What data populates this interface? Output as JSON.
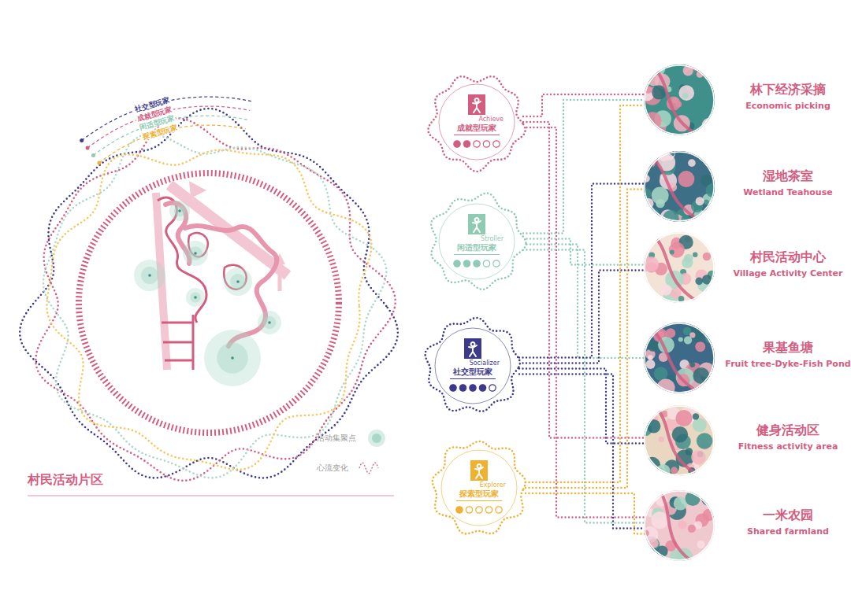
{
  "diagram": {
    "title": "村民活动片区",
    "nodes": [
      {
        "text": [
          "Achieve",
          "成就型玩家"
        ]
      },
      {
        "text": [
          "Stroller",
          "闲适型玩家"
        ]
      },
      {
        "text": [
          "Socializer",
          "社交型玩家"
        ]
      },
      {
        "text": [
          "Explorer",
          "探索型玩家"
        ]
      },
      {
        "text": [
          "林下经济采摘",
          "Economic picking"
        ]
      },
      {
        "text": [
          "湿地茶室",
          "Wetland Teahouse"
        ]
      },
      {
        "text": [
          "村民活动中心",
          "Village Activity Center"
        ]
      },
      {
        "text": [
          "果基鱼塘",
          "Fruit tree-Dyke-Fish Pond"
        ]
      },
      {
        "text": [
          "健身活动区",
          "Fitness activity area"
        ]
      },
      {
        "text": [
          "一米农园",
          "Shared farmland"
        ]
      }
    ],
    "edges": [
      {
        "from": 0,
        "to": 4,
        "arrow": "none"
      },
      {
        "from": 0,
        "to": 8,
        "arrow": "none"
      },
      {
        "from": 0,
        "to": 9,
        "arrow": "none"
      },
      {
        "from": 1,
        "to": 4,
        "arrow": "none"
      },
      {
        "from": 1,
        "to": 6,
        "arrow": "none"
      },
      {
        "from": 1,
        "to": 7,
        "arrow": "none"
      },
      {
        "from": 1,
        "to": 9,
        "arrow": "none"
      },
      {
        "from": 2,
        "to": 5,
        "arrow": "none"
      },
      {
        "from": 2,
        "to": 6,
        "arrow": "none"
      },
      {
        "from": 2,
        "to": 8,
        "arrow": "none"
      },
      {
        "from": 2,
        "to": 9,
        "arrow": "none"
      },
      {
        "from": 3,
        "to": 4,
        "arrow": "none"
      },
      {
        "from": 3,
        "to": 5,
        "arrow": "none"
      },
      {
        "from": 3,
        "to": 9,
        "arrow": "none"
      }
    ],
    "labels": [
      "社交型玩家",
      "成就型玩家",
      "闲适型玩家",
      "探索型玩家"
    ],
    "legend": [
      {
        "text": "活动集聚点",
        "color": "#a9d8c6"
      },
      {
        "text": "心流变化"
      }
    ]
  }
}
